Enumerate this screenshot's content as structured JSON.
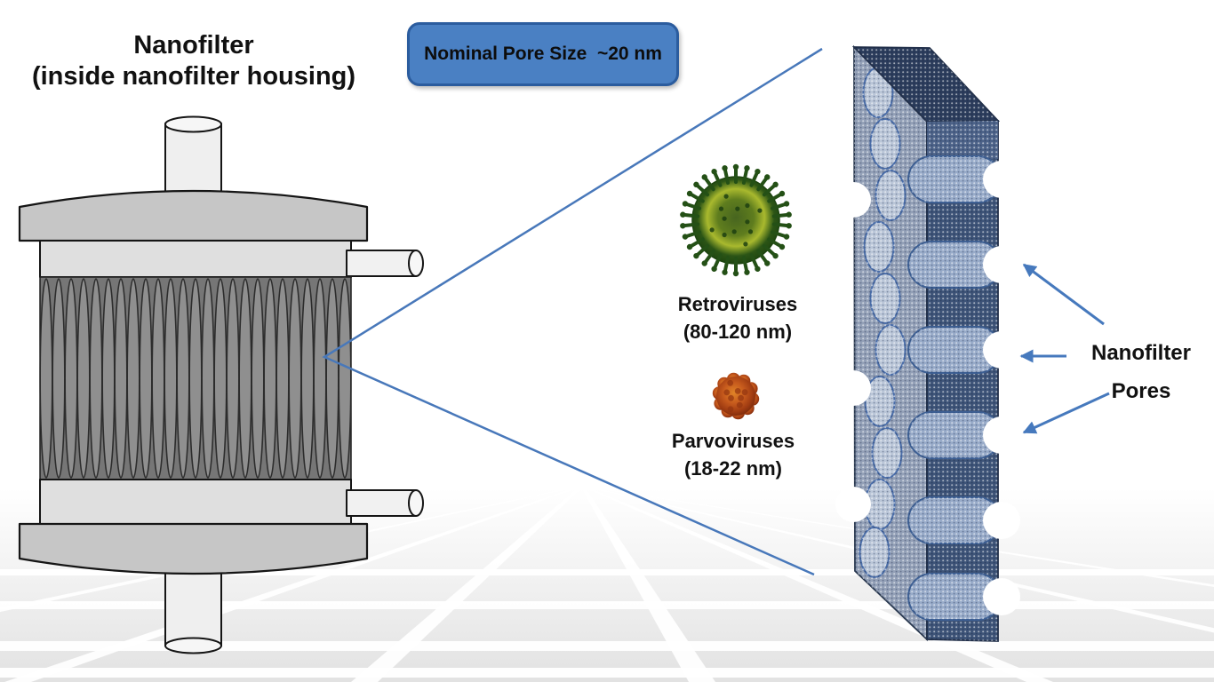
{
  "title": {
    "line1": "Nanofilter",
    "line2": "(inside nanofilter housing)"
  },
  "badge": {
    "text": "Nominal Pore Size  ~20 nm"
  },
  "viruses": {
    "retrovirus": {
      "name": "Retroviruses",
      "size_range": "(80-120 nm)"
    },
    "parvovirus": {
      "name": "Parvoviruses",
      "size_range": "(18-22 nm)"
    }
  },
  "membrane": {
    "label_line1": "Nanofilter",
    "label_line2": "Pores"
  },
  "colors": {
    "accent_blue": "#4679bd",
    "badge_fill": "#4a80c3",
    "badge_border": "#2b5c9e",
    "membrane_top_navy": "#2c3d5c",
    "membrane_front_face": "#93a0b7",
    "membrane_side_face": "#3e5478",
    "membrane_channel": "#98abc9",
    "retrovirus_green": "#2c5516",
    "parvovirus_orange": "#c65a1d",
    "housing_gray": "#c7c7c7",
    "pleat_gray": "#8f8f8f"
  }
}
